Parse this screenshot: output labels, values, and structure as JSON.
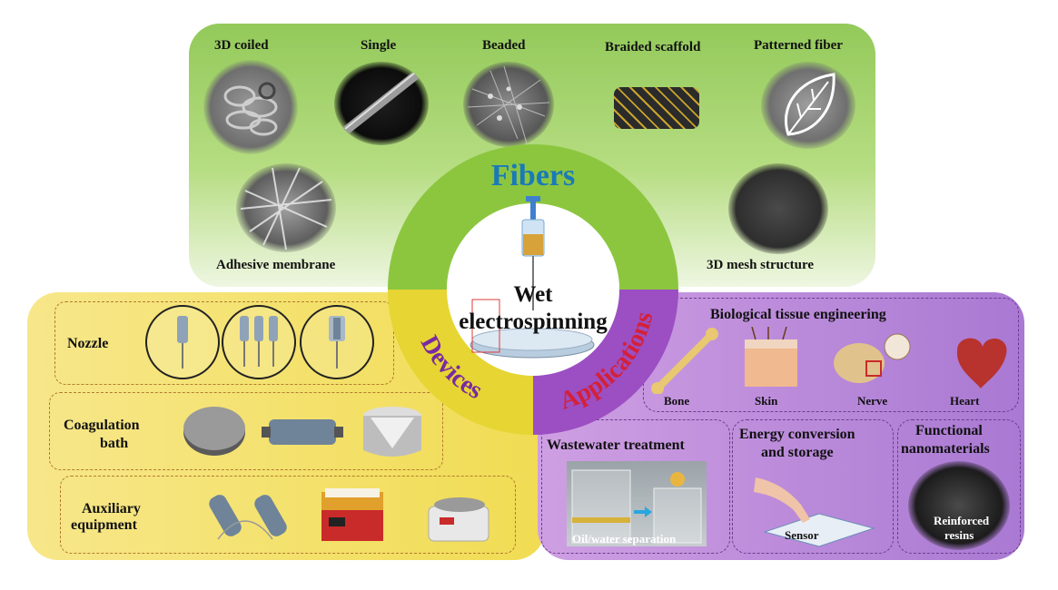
{
  "center": {
    "title_line1": "Wet",
    "title_line2": "electrospinning"
  },
  "ring": {
    "fibers_label": "Fibers",
    "devices_label": "Devices",
    "applications_label": "Applications",
    "colors": {
      "fibers": "#8cc63f",
      "devices": "#e6d532",
      "applications": "#9b4fc2"
    }
  },
  "fibers": {
    "items": [
      {
        "label": "3D coiled",
        "icon": "sem-3d-coiled-image"
      },
      {
        "label": "Single",
        "icon": "sem-single-fiber-image"
      },
      {
        "label": "Beaded",
        "icon": "sem-beaded-fiber-image"
      },
      {
        "label": "Braided scaffold",
        "icon": "braided-scaffold-image"
      },
      {
        "label": "Patterned fiber",
        "icon": "patterned-leaf-image"
      },
      {
        "label": "Adhesive membrane",
        "icon": "sem-adhesive-membrane-image"
      },
      {
        "label": "3D mesh structure",
        "icon": "sem-3d-mesh-image"
      }
    ]
  },
  "devices": {
    "nozzle": "Nozzle",
    "coagulation_line1": "Coagulation",
    "coagulation_line2": "bath",
    "auxiliary_line1": "Auxiliary",
    "auxiliary_line2": "equipment"
  },
  "applications": {
    "bio_title": "Biological tissue engineering",
    "bio_items": [
      "Bone",
      "Skin",
      "Nerve",
      "Heart"
    ],
    "wastewater_title": "Wastewater treatment",
    "wastewater_caption": "Oil/water separation",
    "energy_line1": "Energy conversion",
    "energy_line2": "and storage",
    "energy_caption": "Sensor",
    "functional_line1": "Functional",
    "functional_line2": "nanomaterials",
    "functional_caption_line1": "Reinforced",
    "functional_caption_line2": "resins"
  }
}
